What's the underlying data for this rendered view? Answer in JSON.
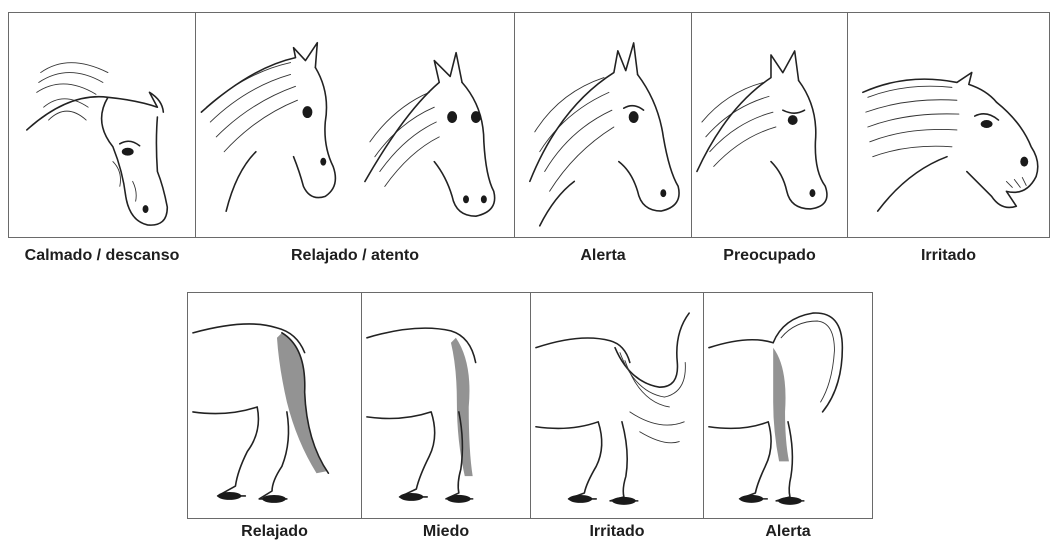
{
  "head_panels": [
    {
      "label": "Calmado / descanso",
      "icon": "horse-head-resting-icon"
    },
    {
      "label": "Relajado / atento",
      "icon": "horse-head-attentive-icon"
    },
    {
      "label": "Alerta",
      "icon": "horse-head-alert-icon"
    },
    {
      "label": "Preocupado",
      "icon": "horse-head-worried-icon"
    },
    {
      "label": "Irritado",
      "icon": "horse-head-irritated-icon"
    }
  ],
  "tail_panels": [
    {
      "label": "Relajado",
      "icon": "horse-tail-relaxed-icon"
    },
    {
      "label": "Miedo",
      "icon": "horse-tail-fear-icon"
    },
    {
      "label": "Irritado",
      "icon": "horse-tail-irritated-icon"
    },
    {
      "label": "Alerta",
      "icon": "horse-tail-alert-icon"
    }
  ]
}
